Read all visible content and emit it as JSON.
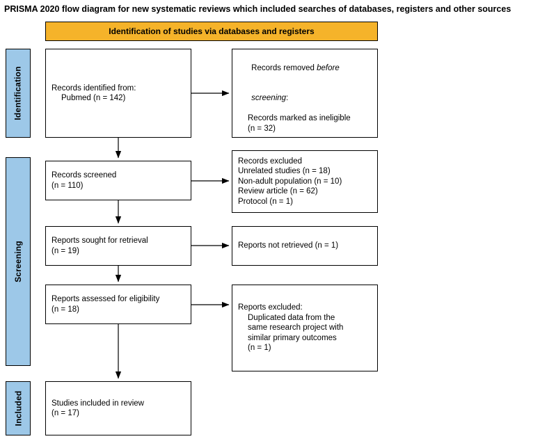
{
  "title": "PRISMA 2020 flow diagram for new systematic reviews which included searches of databases, registers and other sources",
  "banner": {
    "label": "Identification of studies via databases and registers"
  },
  "phases": [
    {
      "name": "identification",
      "label": "Identification"
    },
    {
      "name": "screening",
      "label": "Screening"
    },
    {
      "name": "included",
      "label": "Included"
    }
  ],
  "boxes": {
    "records_identified": {
      "line1": "Records identified from:",
      "line2": "Pubmed (n = 142)"
    },
    "records_removed": {
      "line1": "Records removed ",
      "line1_italic": "before",
      "line2_italic": "screening",
      "line2_tail": ":",
      "line3": "Records marked as ineligible",
      "line4": "(n = 32)"
    },
    "records_screened": {
      "line1": "Records screened",
      "line2": "(n = 110)"
    },
    "records_excluded": {
      "line1": "Records excluded",
      "line2": "Unrelated studies (n = 18)",
      "line3": "Non-adult population (n = 10)",
      "line4": "Review article (n = 62)",
      "line5": "Protocol (n = 1)"
    },
    "reports_sought": {
      "line1": "Reports sought for retrieval",
      "line2": "(n = 19)"
    },
    "reports_not_retrieved": {
      "line1": "Reports not retrieved (n = 1)"
    },
    "reports_assessed": {
      "line1": "Reports assessed for eligibility",
      "line2": "(n = 18)"
    },
    "reports_excluded": {
      "line1": "Reports excluded:",
      "line2": "Duplicated data from the",
      "line3": "same research project with",
      "line4": "similar primary outcomes",
      "line5": "(n = 1)"
    },
    "studies_included": {
      "line1": "Studies included in review",
      "line2": "(n = 17)"
    }
  },
  "colors": {
    "banner": "#f5b32a",
    "phase": "#9dc8e8",
    "border": "#000000",
    "background": "#ffffff"
  }
}
